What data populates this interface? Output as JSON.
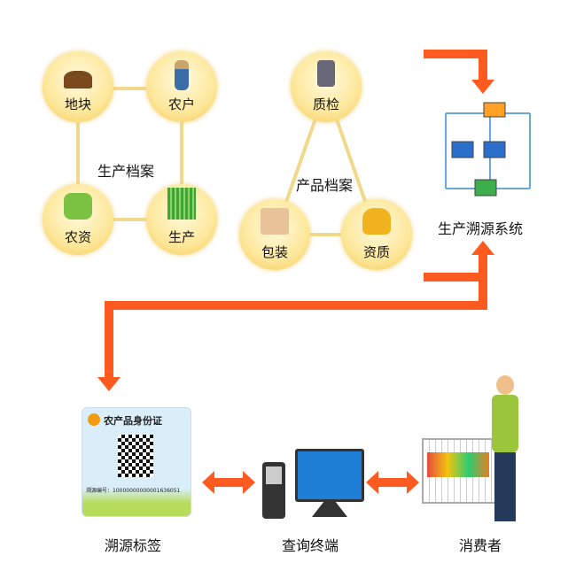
{
  "production_archive": {
    "title": "生产档案",
    "nodes": [
      "地块",
      "农户",
      "农资",
      "生产"
    ]
  },
  "product_archive": {
    "title": "产品档案",
    "nodes": [
      "质检",
      "包装",
      "资质"
    ]
  },
  "system": {
    "label": "生产溯源系统"
  },
  "bottom": {
    "tag_label": "溯源标签",
    "terminal_label": "查询终端",
    "consumer_label": "消费者"
  },
  "card": {
    "title": "农产品身份证",
    "code": "溯源编号：10000000000001636051"
  },
  "colors": {
    "arrow": "#ff5a1f",
    "node": "#fde79a"
  }
}
